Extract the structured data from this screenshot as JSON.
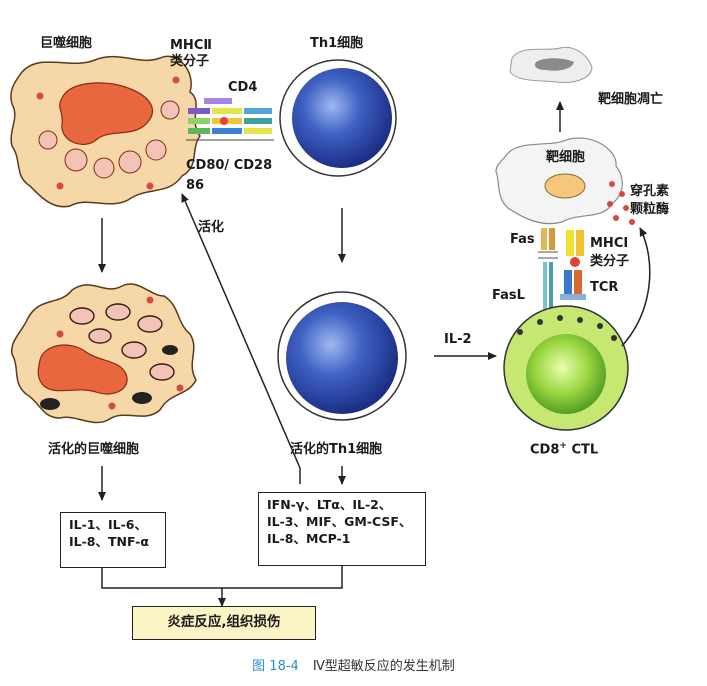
{
  "labels": {
    "macrophage": "巨噬细胞",
    "mhc2_line1": "MHCⅡ",
    "mhc2_line2": "类分子",
    "cd4": "CD4",
    "th1": "Th1细胞",
    "cd80_cd28": "CD80/ CD28",
    "b86": "86",
    "activate": "活化",
    "activated_macrophage": "活化的巨噬细胞",
    "activated_th1": "活化的Th1细胞",
    "il2": "IL-2",
    "cd8_ctl_main": "CD8",
    "cd8_ctl_sup": "+",
    "cd8_ctl_rest": " CTL",
    "target_death": "靶细胞凋亡",
    "target_cell": "靶细胞",
    "perforin_line1": "穿孔素",
    "perforin_line2": "颗粒酶",
    "fas": "Fas",
    "fasl": "FasL",
    "mhc1_line1": "MHCⅠ",
    "mhc1_line2": "类分子",
    "tcr": "TCR"
  },
  "boxes": {
    "macrophage_cytokines": [
      "IL-1、IL-6、",
      "IL-8、TNF-α"
    ],
    "th1_cytokines": [
      "IFN-γ、LTα、IL-2、",
      "IL-3、MIF、GM-CSF、",
      "IL-8、MCP-1"
    ],
    "result": "炎症反应,组织损伤"
  },
  "caption": {
    "figure": "图 18-4",
    "title": "Ⅳ型超敏反应的发生机制"
  },
  "colors": {
    "macrophage_fill": "#f6d7a7",
    "nucleus": "#e9673e",
    "granule": "#d64a44",
    "th1_blue": "#2f4fb0",
    "ctl_green": "#6cbf3a",
    "result_fill": "#fbf5c6",
    "caption_blue": "#2a8cc8"
  }
}
